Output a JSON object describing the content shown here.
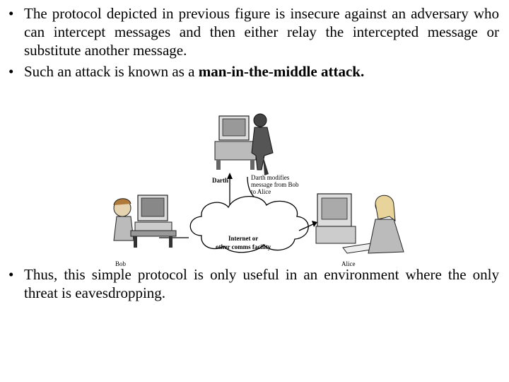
{
  "bullets_top": [
    {
      "text": "The protocol depicted in previous figure is insecure against an adversary who can intercept messages and then either relay the intercepted message or substitute another message."
    },
    {
      "text_before": "Such an attack is known as a ",
      "bold": "man-in-the-middle attack."
    }
  ],
  "figure": {
    "darth_label": "Darth",
    "darth_note_line1": "Darth modifies",
    "darth_note_line2": "message from Bob",
    "darth_note_line3": "to Alice",
    "cloud_line1": "Internet or",
    "cloud_line2": "other comms facility",
    "bob_label": "Bob",
    "alice_label": "Alice"
  },
  "bullets_bottom": [
    {
      "text": "Thus, this simple protocol is only useful in an environment where the only threat is eavesdropping."
    }
  ],
  "icons": [
    "person-at-computer-icon"
  ]
}
